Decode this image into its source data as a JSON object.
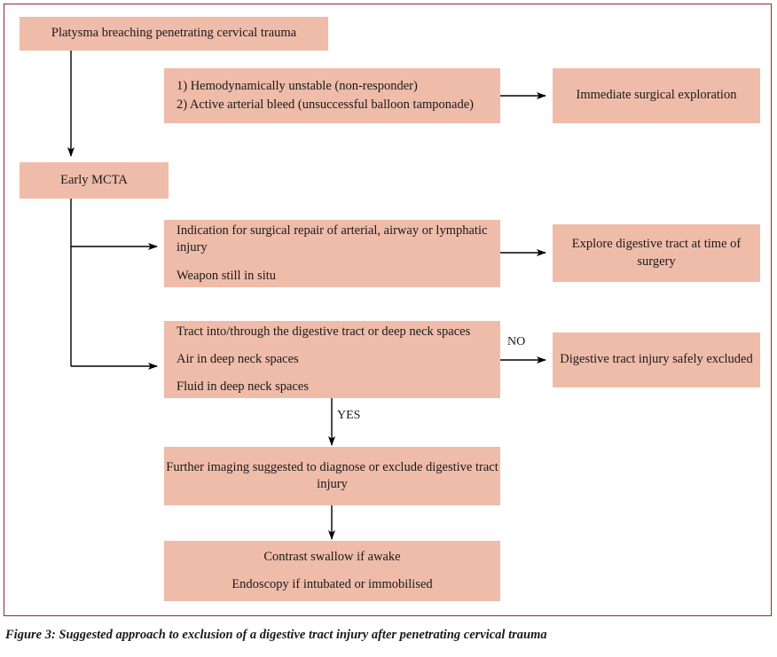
{
  "figure": {
    "caption": "Figure 3: Suggested approach to exclusion of a digestive tract injury after penetrating cervical trauma",
    "frame_border_color": "#8c2b2b",
    "node_fill_color": "#efbca9",
    "text_color": "#1a1a1a",
    "background_color": "#ffffff"
  },
  "nodes": {
    "start": {
      "id": "platysma-breaching-trauma",
      "lines": [
        "Platysma breaching penetrating cervical trauma"
      ]
    },
    "unstable_criteria": {
      "id": "unstable-criteria",
      "lines": [
        "1) Hemodynamically unstable (non-responder)",
        "2) Active arterial bleed (unsuccessful balloon tamponade)"
      ]
    },
    "immediate_surgery": {
      "id": "immediate-surgical-exploration",
      "lines": [
        "Immediate surgical exploration"
      ]
    },
    "early_mcta": {
      "id": "early-mcta",
      "lines": [
        "Early MCTA"
      ]
    },
    "surgical_repair_indication": {
      "id": "surgical-repair-indication",
      "lines": [
        "Indication for surgical repair of arterial, airway or lymphatic injury",
        "Weapon still in situ"
      ]
    },
    "explore_digestive_tract": {
      "id": "explore-digestive-tract",
      "lines": [
        "Explore digestive tract at time of surgery"
      ]
    },
    "imaging_findings": {
      "id": "imaging-findings",
      "lines": [
        "Tract into/through the digestive tract or deep neck spaces",
        "Air in deep neck spaces",
        "Fluid in deep neck spaces"
      ]
    },
    "injury_excluded": {
      "id": "digestive-tract-injury-excluded",
      "lines": [
        "Digestive tract injury safely excluded"
      ]
    },
    "further_imaging": {
      "id": "further-imaging",
      "lines": [
        "Further imaging suggested to diagnose or exclude digestive tract injury"
      ]
    },
    "investigations": {
      "id": "investigations",
      "lines": [
        "Contrast swallow if awake",
        "Endoscopy if intubated or immobilised"
      ]
    }
  },
  "edge_labels": {
    "no": "NO",
    "yes": "YES"
  }
}
